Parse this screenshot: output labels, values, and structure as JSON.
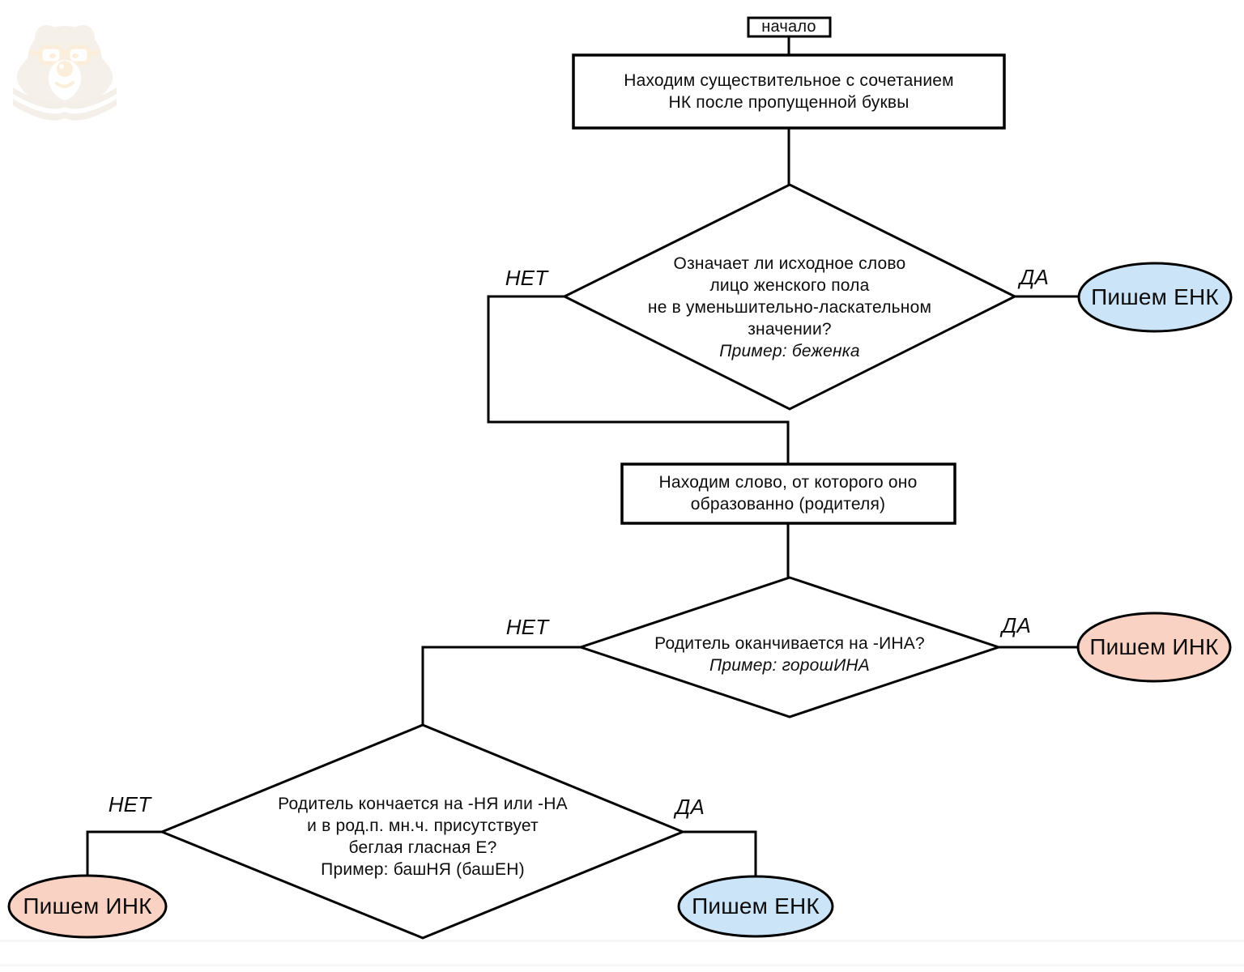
{
  "page": {
    "background": "#ffffff"
  },
  "colors": {
    "result_blue": "#cbe4f8",
    "result_pink": "#fad2c4",
    "line": "#000000"
  },
  "watermark": {
    "icon": "bear-reading-book-logo"
  },
  "flow": {
    "start_label": "начало",
    "step_find_noun": {
      "line1": "Находим существительное с сочетанием",
      "line2": "НК после пропущенной буквы"
    },
    "decision_feminine": {
      "line1": "Означает ли исходное слово",
      "line2": "лицо женского пола",
      "line3": "не в уменьшительно-ласкательном",
      "line4": "значении?",
      "example": "Пример: беженка",
      "no_label": "НЕТ",
      "yes_label": "ДА"
    },
    "result_enk_top": "Пишем ЕНК",
    "step_find_parent": {
      "line1": "Находим слово, от которого оно",
      "line2": "образованно (родителя)"
    },
    "decision_ina": {
      "line1": "Родитель оканчивается на -ИНА?",
      "example": "Пример: горошИНА",
      "no_label": "НЕТ",
      "yes_label": "ДА"
    },
    "result_ink_right": "Пишем ИНК",
    "decision_nya_na": {
      "line1": "Родитель кончается на -НЯ или -НА",
      "line2": "и в род.п. мн.ч. присутствует",
      "line3": "беглая гласная Е?",
      "line4": "Пример: башНЯ (башЕН)",
      "no_label": "НЕТ",
      "yes_label": "ДА"
    },
    "result_ink_bottom": "Пишем ИНК",
    "result_enk_bottom": "Пишем ЕНК"
  }
}
